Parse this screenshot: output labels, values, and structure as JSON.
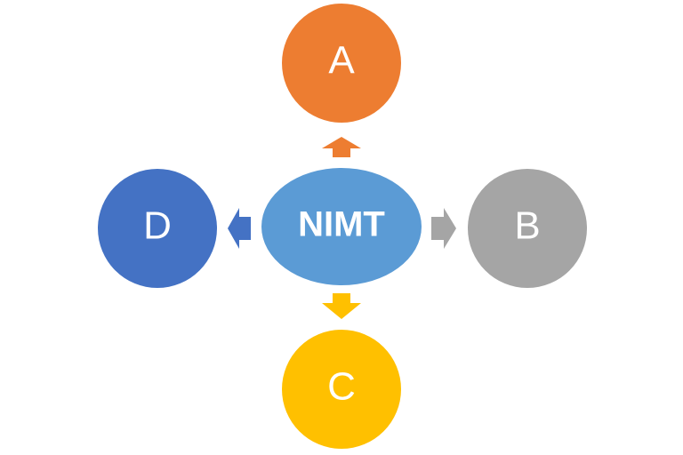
{
  "diagram": {
    "center": {
      "label": "NIMT",
      "color": "#5B9BD5"
    },
    "nodes": {
      "a": {
        "label": "A",
        "color": "#ED7D31"
      },
      "b": {
        "label": "B",
        "color": "#A5A5A5"
      },
      "c": {
        "label": "C",
        "color": "#FFC000"
      },
      "d": {
        "label": "D",
        "color": "#4472C4"
      }
    }
  }
}
